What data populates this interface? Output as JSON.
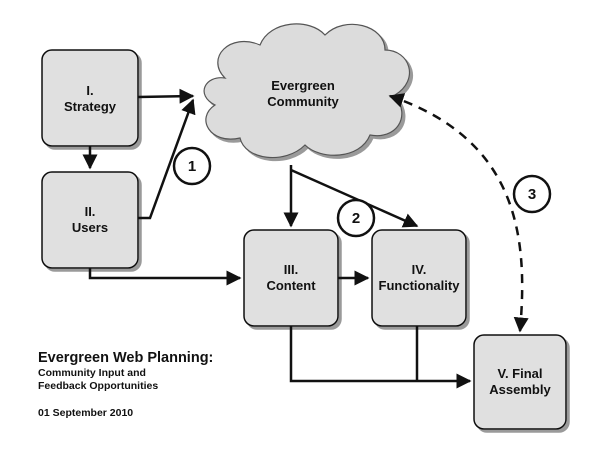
{
  "nodes": {
    "strategy": {
      "num": "I.",
      "label": "Strategy"
    },
    "users": {
      "num": "II.",
      "label": "Users"
    },
    "community": {
      "line1": "Evergreen",
      "line2": "Community"
    },
    "content": {
      "num": "III.",
      "label": "Content"
    },
    "functionality": {
      "num": "IV.",
      "label": "Functionality"
    },
    "final": {
      "num": "V.  Final",
      "label": "Assembly"
    }
  },
  "callouts": [
    "1",
    "2",
    "3"
  ],
  "caption": {
    "title": "Evergreen Web Planning:",
    "line1": "Community Input and",
    "line2": "Feedback Opportunities",
    "date": "01 September 2010"
  },
  "colors": {
    "box_fill": "#e0e0e0",
    "stroke": "#111111",
    "cloud_fill": "#dcdcdc"
  }
}
